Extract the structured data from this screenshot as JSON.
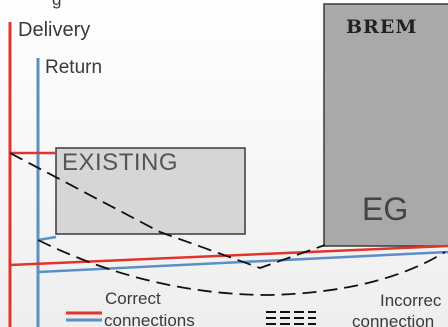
{
  "labels": {
    "top_partial": "g",
    "delivery": "Delivery",
    "return": "Return",
    "existing": "EXISTING",
    "brand": "BREM",
    "eg": "EG"
  },
  "legend": {
    "correct_line1": "Correct",
    "correct_line2": "connections",
    "incorrect_line1": "Incorrec",
    "incorrect_line2": "connection"
  },
  "colors": {
    "delivery": "#e0352a",
    "return": "#5b8fc7",
    "existing_box": "#d6d6d6",
    "eg_box": "#a9a9a9",
    "dashed": "#111111"
  }
}
